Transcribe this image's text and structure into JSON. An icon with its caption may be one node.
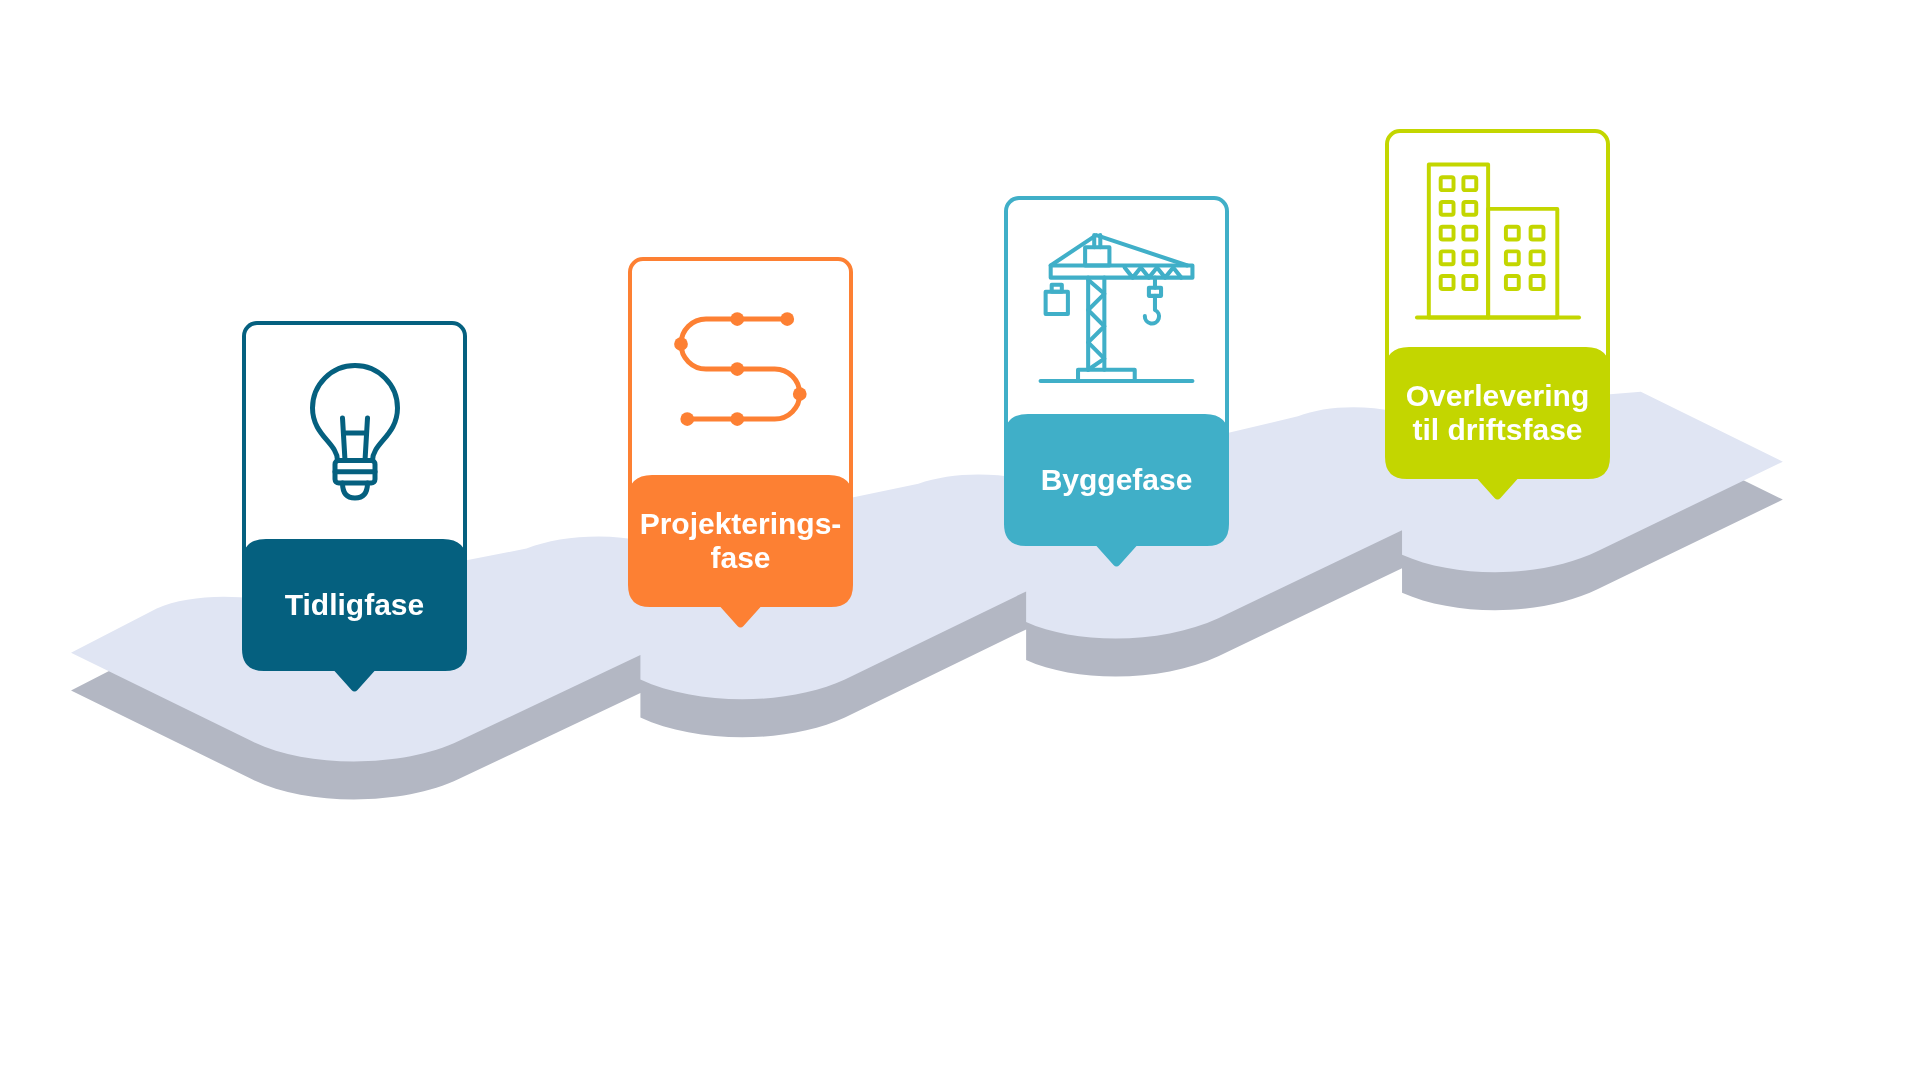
{
  "diagram": {
    "nodes": [
      {
        "text": [
          "Tidligfase"
        ]
      },
      {
        "text": [
          "Projekterings-fase"
        ]
      },
      {
        "text": [
          "Byggefase"
        ]
      },
      {
        "text": [
          "Overlevering til driftsfase"
        ]
      }
    ]
  }
}
